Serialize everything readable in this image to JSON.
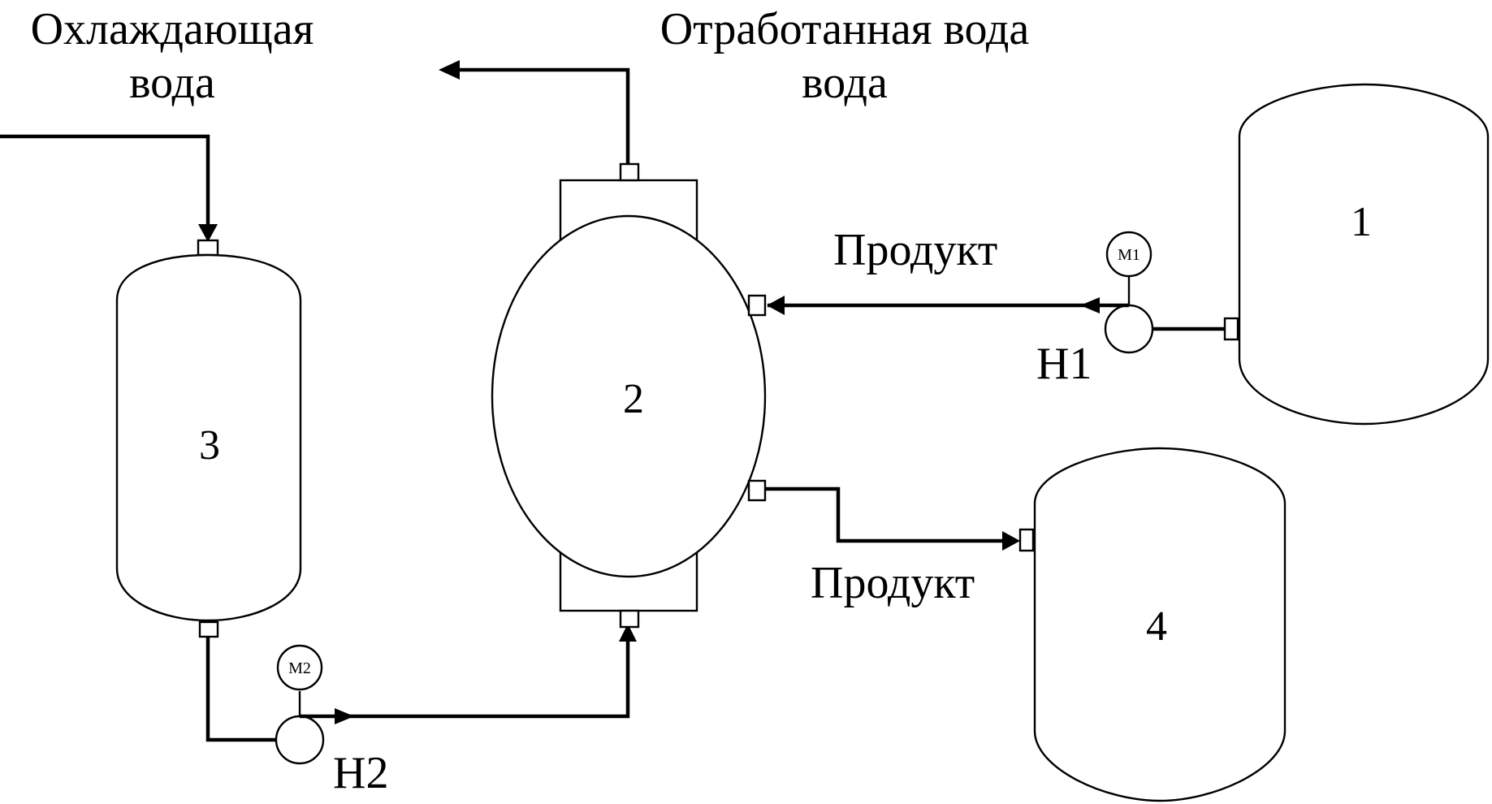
{
  "labels": {
    "cooling_water_line1": "Охлаждающая",
    "cooling_water_line2": "вода",
    "waste_water_line1": "Отработанная вода",
    "waste_water_line2": "вода",
    "product_in": "Продукт",
    "product_out": "Продукт",
    "pump_h1": "Н1",
    "pump_h2": "Н2",
    "motor_m1": "М1",
    "motor_m2": "М2"
  },
  "vessels": {
    "tank_1": "1",
    "heat_exchanger_2": "2",
    "tank_3": "3",
    "tank_4": "4"
  },
  "colors": {
    "line": "#000000",
    "background": "#ffffff"
  }
}
